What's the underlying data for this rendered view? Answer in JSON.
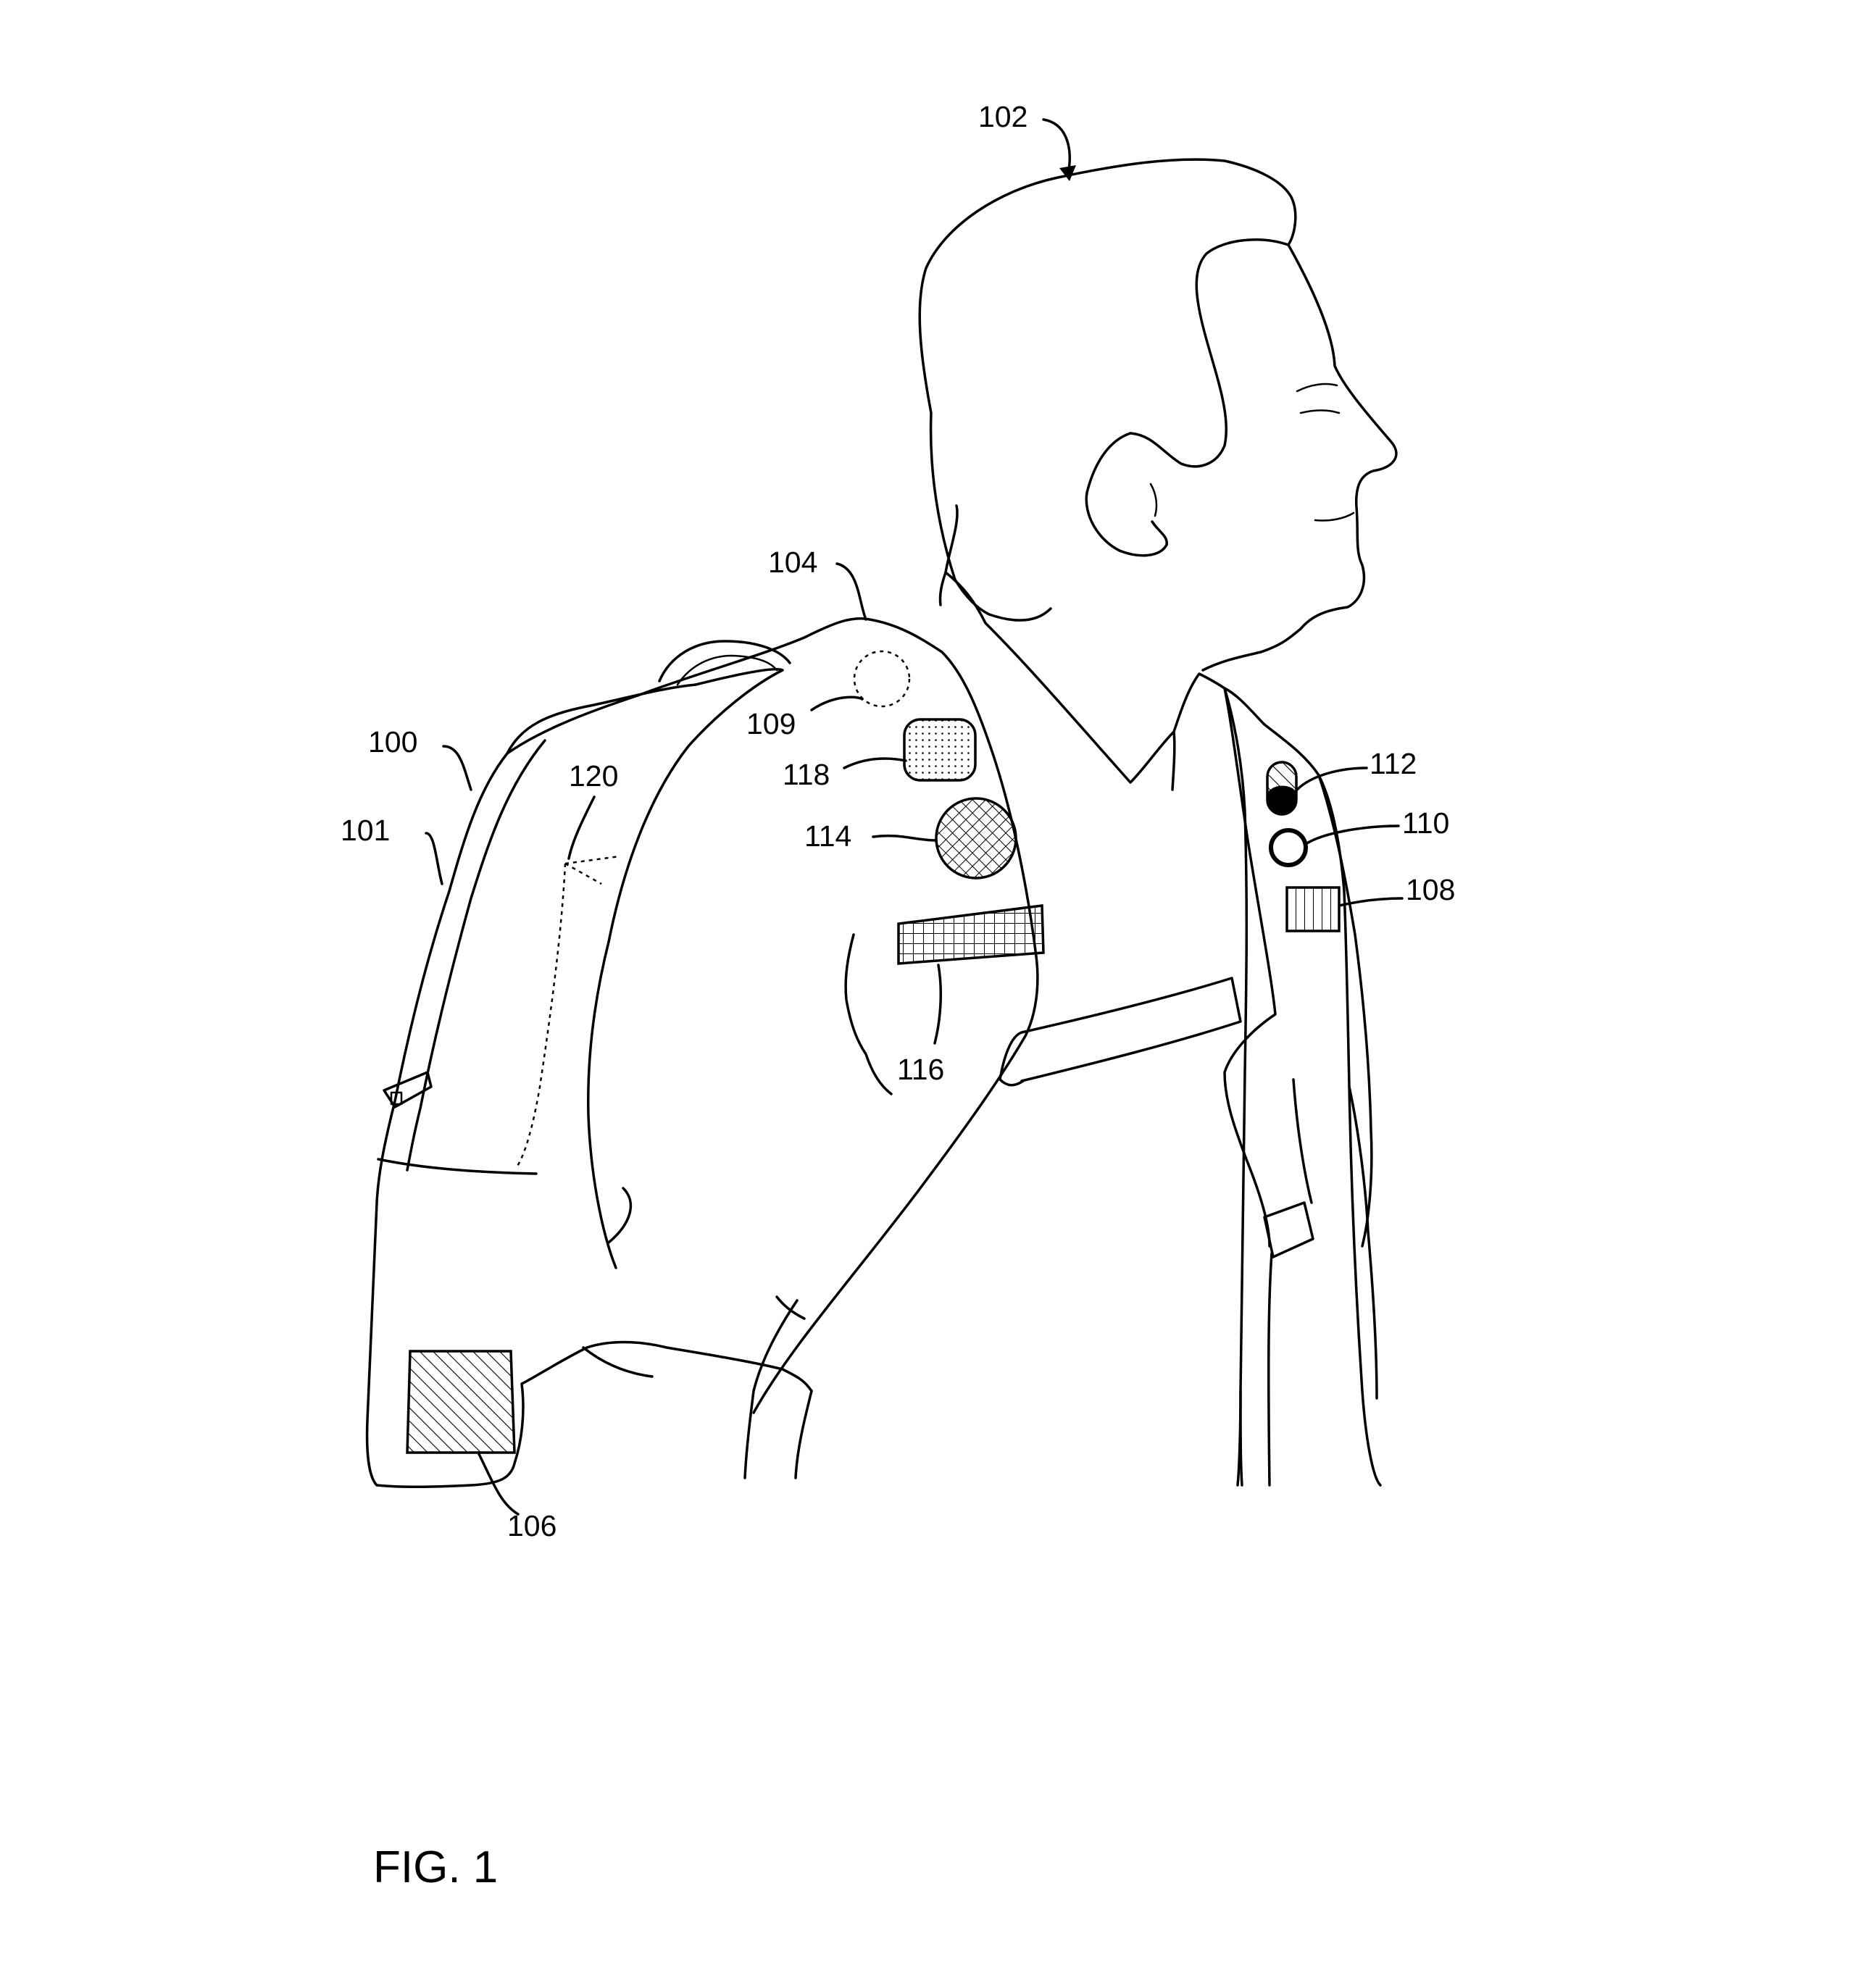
{
  "figure": {
    "caption": "FIG. 1",
    "labels": {
      "person": "102",
      "backpack": "100",
      "backpack_body": "101",
      "shoulder_strap": "104",
      "bottom_pocket": "106",
      "strap_patch": "108",
      "upper_sensor": "109",
      "ring_button": "110",
      "toggle_switch": "112",
      "speaker": "114",
      "mesh_band": "116",
      "pad": "118",
      "inner_sleeve": "120"
    }
  }
}
